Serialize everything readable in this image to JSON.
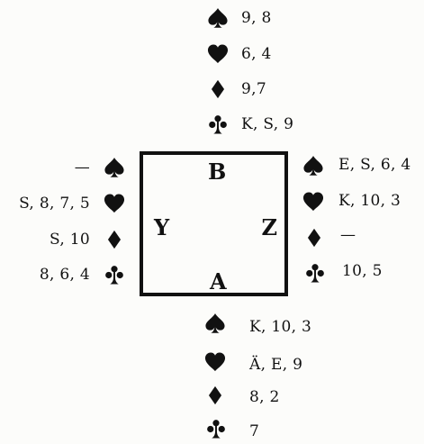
{
  "hands": {
    "north": {
      "spades": "9, 8",
      "hearts": "6, 4",
      "diamonds": "9,7",
      "clubs": "K, S, 9"
    },
    "west": {
      "spades": "—",
      "hearts": "S, 8, 7, 5",
      "diamonds": "S, 10",
      "clubs": "8, 6, 4"
    },
    "east": {
      "spades": "E, S, 6, 4",
      "hearts": "K, 10, 3",
      "diamonds": "—",
      "clubs": "10, 5"
    },
    "south": {
      "spades": "K, 10, 3",
      "hearts": "Ä, E, 9",
      "diamonds": "8, 2",
      "clubs": "7"
    }
  },
  "seats": {
    "top": "B",
    "bottom": "A",
    "left": "Y",
    "right": "Z"
  },
  "suit_icons": [
    "spade-icon",
    "heart-icon",
    "diamond-icon",
    "club-icon"
  ],
  "colors": {
    "ink": "#111111",
    "paper": "#fcfcfa"
  }
}
